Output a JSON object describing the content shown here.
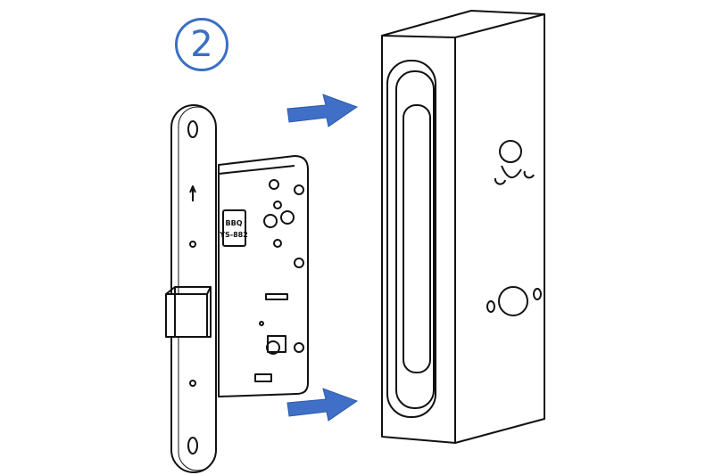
{
  "step_number": "2",
  "lock_label": [
    "BBQ",
    "YS-882"
  ],
  "colors": {
    "arrow": "#3f6fc6",
    "step": "#3a6fc4",
    "line": "#111111"
  }
}
